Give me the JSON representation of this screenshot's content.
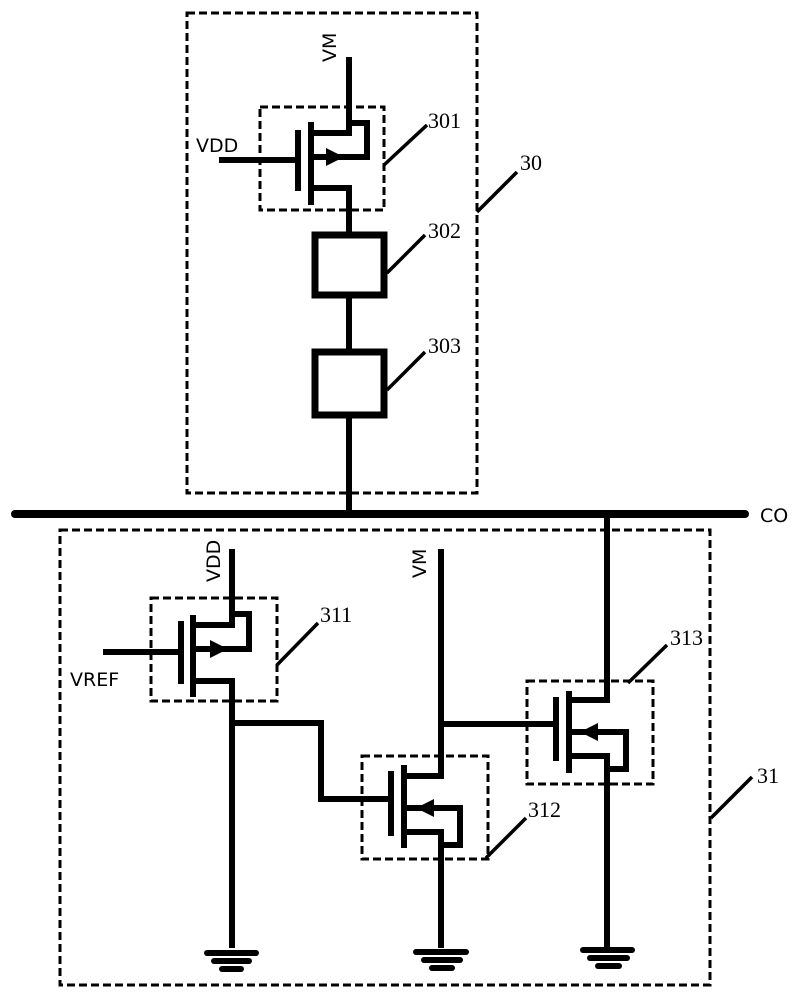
{
  "diagram": {
    "type": "circuit-schematic",
    "blocks": [
      {
        "id": "30",
        "label": "30",
        "description": "upper dashed block"
      },
      {
        "id": "31",
        "label": "31",
        "description": "lower dashed block"
      }
    ],
    "components": [
      {
        "id": "301",
        "label": "301",
        "kind": "transistor",
        "gate": "VDD",
        "top": "VM"
      },
      {
        "id": "302",
        "label": "302",
        "kind": "box"
      },
      {
        "id": "303",
        "label": "303",
        "kind": "box"
      },
      {
        "id": "311",
        "label": "311",
        "kind": "transistor",
        "gate": "VREF",
        "top": "VDD"
      },
      {
        "id": "312",
        "label": "312",
        "kind": "transistor"
      },
      {
        "id": "313",
        "label": "313",
        "kind": "transistor"
      }
    ],
    "signals": {
      "vm_top": "VM",
      "vdd_gate_301": "VDD",
      "bus": "CO",
      "vdd_311": "VDD",
      "vref": "VREF",
      "vm_312": "VM"
    }
  }
}
